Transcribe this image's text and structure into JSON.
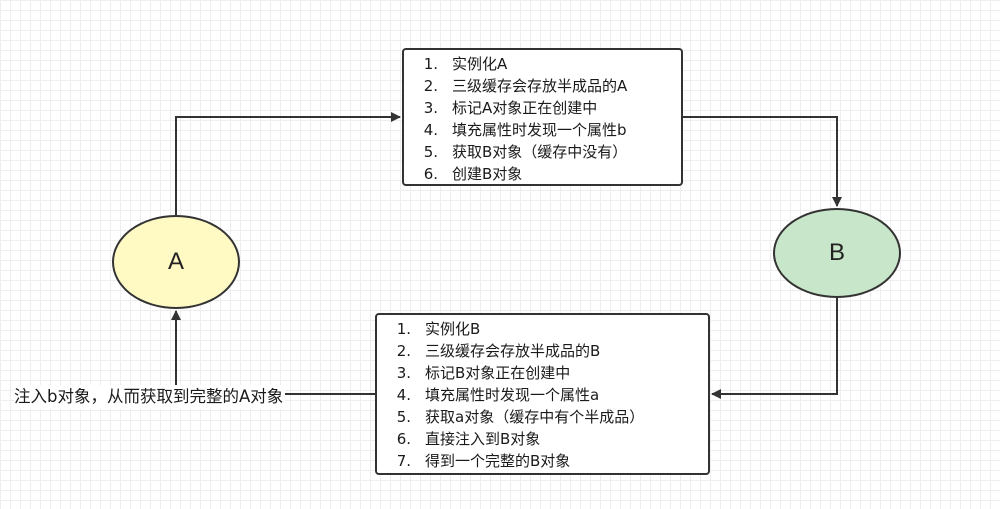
{
  "nodes": {
    "a": {
      "label": "A",
      "fill": "#fff9c4"
    },
    "b": {
      "label": "B",
      "fill": "#c8e6c9"
    }
  },
  "box_a": {
    "steps": [
      {
        "num": "1.",
        "text": "实例化A"
      },
      {
        "num": "2.",
        "text": "三级缓存会存放半成品的A"
      },
      {
        "num": "3.",
        "text": "标记A对象正在创建中"
      },
      {
        "num": "4.",
        "text": "填充属性时发现一个属性b"
      },
      {
        "num": "5.",
        "text": "获取B对象（缓存中没有）"
      },
      {
        "num": "6.",
        "text": "创建B对象"
      }
    ]
  },
  "box_b": {
    "steps": [
      {
        "num": "1.",
        "text": "实例化B"
      },
      {
        "num": "2.",
        "text": "三级缓存会存放半成品的B"
      },
      {
        "num": "3.",
        "text": "标记B对象正在创建中"
      },
      {
        "num": "4.",
        "text": "填充属性时发现一个属性a"
      },
      {
        "num": "5.",
        "text": "获取a对象（缓存中有个半成品）"
      },
      {
        "num": "6.",
        "text": "直接注入到B对象"
      },
      {
        "num": "7.",
        "text": "得到一个完整的B对象"
      }
    ]
  },
  "inject_label": "注入b对象，从而获取到完整的A对象",
  "colors": {
    "line": "#333333",
    "grid": "#eeeeee"
  }
}
